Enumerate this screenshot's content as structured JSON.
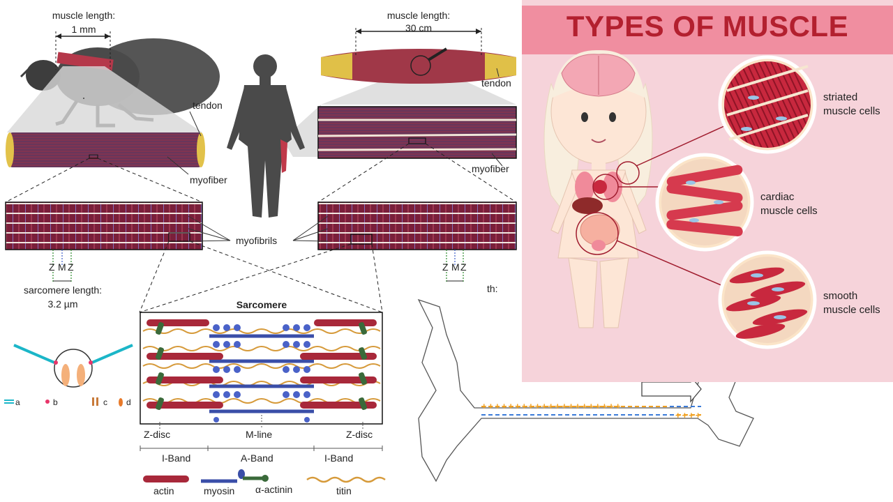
{
  "left_panel": {
    "fly": {
      "length_label": "muscle length:",
      "length_value": "1 mm",
      "tendon_label": "tendon",
      "myofiber_label": "myofiber"
    },
    "human": {
      "length_label": "muscle length:",
      "length_value": "30 cm",
      "tendon_label": "tendon",
      "myofiber_label": "myofiber"
    },
    "myofibrils_label": "myofibrils",
    "zmz_left": [
      "Z",
      "M",
      "Z"
    ],
    "zmz_right": [
      "Z",
      "M",
      "Z"
    ],
    "sarcomere_length_label": "sarcomere length:",
    "sarcomere_length_value": "3.2 µm"
  },
  "sarcomere": {
    "title": "Sarcomere",
    "markers": [
      "Z-disc",
      "M-line",
      "Z-disc"
    ],
    "bands": [
      "I-Band",
      "A-Band",
      "I-Band"
    ],
    "legend": [
      "actin",
      "myosin",
      "α-actinin",
      "titin"
    ]
  },
  "fly_head_legend": [
    "a",
    "b",
    "c",
    "d"
  ],
  "neuron": {
    "partial_label": "th:"
  },
  "types_of_muscle": {
    "title": "TYPES OF MUSCLE",
    "items": [
      {
        "line1": "striated",
        "line2": "muscle cells"
      },
      {
        "line1": "cardiac",
        "line2": "muscle cells"
      },
      {
        "line1": "smooth",
        "line2": "muscle cells"
      }
    ],
    "colors": {
      "banner": "#f08ea0",
      "title": "#b3202f",
      "panel": "#f6d3da",
      "muscle": "#c8283e"
    }
  }
}
